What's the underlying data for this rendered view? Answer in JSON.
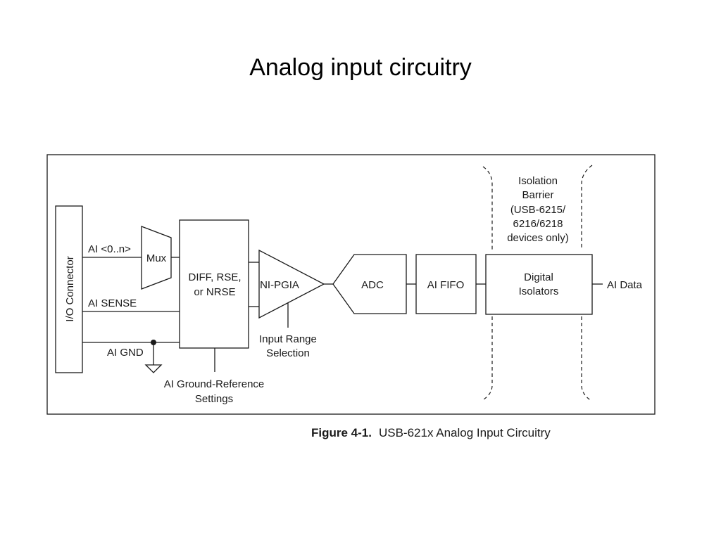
{
  "slide": {
    "title": "Analog input circuitry"
  },
  "diagram": {
    "io_connector": "I/O Connector",
    "signals": {
      "ai_channels": "AI <0..n>",
      "ai_sense": "AI SENSE",
      "ai_gnd": "AI GND",
      "ai_data": "AI Data"
    },
    "blocks": {
      "mux": "Mux",
      "diff_line1": "DIFF, RSE,",
      "diff_line2": "or NRSE",
      "pgia": "NI-PGIA",
      "adc": "ADC",
      "fifo": "AI FIFO",
      "isolators_line1": "Digital",
      "isolators_line2": "Isolators"
    },
    "annotations": {
      "input_range_line1": "Input Range",
      "input_range_line2": "Selection",
      "ground_ref_line1": "AI Ground-Reference",
      "ground_ref_line2": "Settings",
      "isolation_line1": "Isolation",
      "isolation_line2": "Barrier",
      "isolation_line3": "(USB-6215/",
      "isolation_line4": "6216/6218",
      "isolation_line5": "devices only)"
    }
  },
  "caption": {
    "label": "Figure 4-1.",
    "text": "USB-621x Analog Input Circuitry"
  }
}
